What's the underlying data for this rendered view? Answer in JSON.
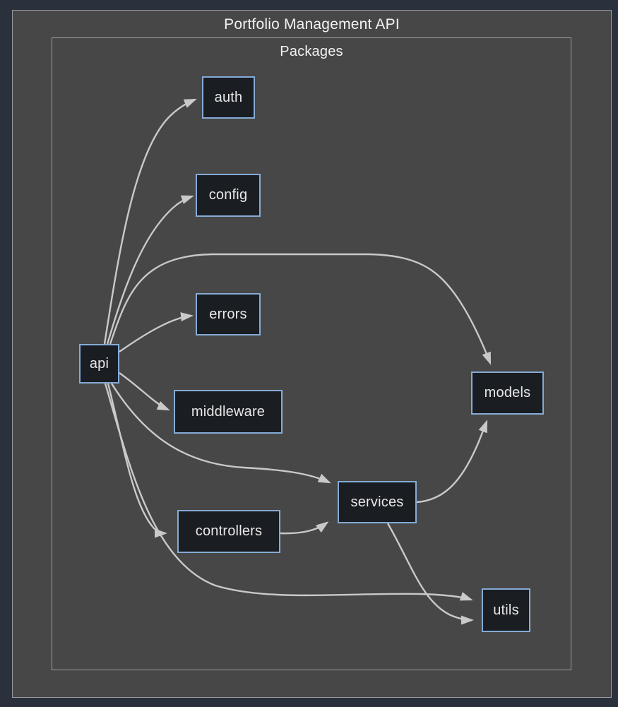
{
  "diagram": {
    "title": "Portfolio Management API",
    "cluster": {
      "label": "Packages"
    },
    "nodes": [
      {
        "id": "api",
        "label": "api"
      },
      {
        "id": "auth",
        "label": "auth"
      },
      {
        "id": "config",
        "label": "config"
      },
      {
        "id": "errors",
        "label": "errors"
      },
      {
        "id": "middleware",
        "label": "middleware"
      },
      {
        "id": "controllers",
        "label": "controllers"
      },
      {
        "id": "services",
        "label": "services"
      },
      {
        "id": "models",
        "label": "models"
      },
      {
        "id": "utils",
        "label": "utils"
      }
    ],
    "edges": [
      {
        "from": "api",
        "to": "auth"
      },
      {
        "from": "api",
        "to": "config"
      },
      {
        "from": "api",
        "to": "models"
      },
      {
        "from": "api",
        "to": "errors"
      },
      {
        "from": "api",
        "to": "middleware"
      },
      {
        "from": "api",
        "to": "services"
      },
      {
        "from": "api",
        "to": "controllers"
      },
      {
        "from": "api",
        "to": "utils"
      },
      {
        "from": "controllers",
        "to": "services"
      },
      {
        "from": "services",
        "to": "models"
      },
      {
        "from": "services",
        "to": "utils"
      }
    ],
    "colors": {
      "bg": "#2a303c",
      "cluster_fill": "#474747",
      "cluster_border": "#989c9f",
      "node_fill": "#1a1d22",
      "node_border": "#85abd5",
      "node_text": "#e8e8e8",
      "edge": "#c9c9c9",
      "title_text": "#f2f2f2"
    }
  }
}
